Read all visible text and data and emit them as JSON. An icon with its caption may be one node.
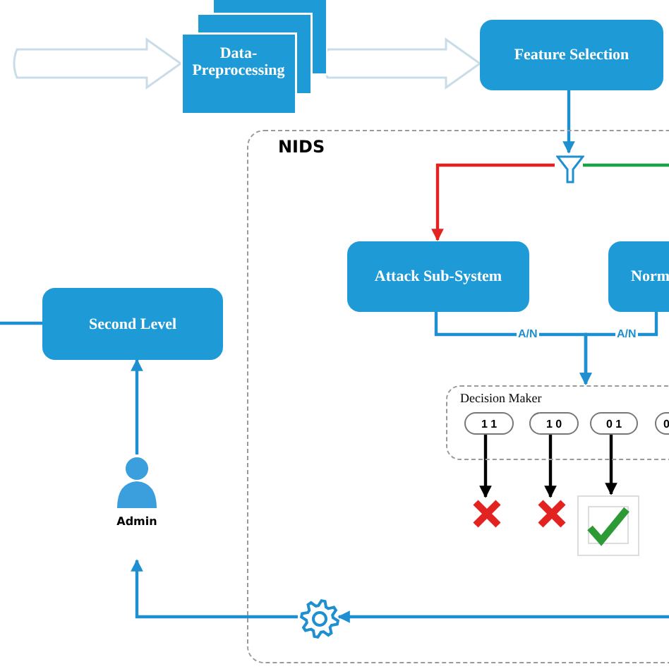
{
  "diagram": {
    "nodes": [
      {
        "text": [
          "Data- Preprocessing"
        ]
      },
      {
        "text": [
          "Feature Selection"
        ]
      },
      {
        "text": [
          "NIDS"
        ]
      },
      {
        "text": [],
        "shape": "funnel",
        "in": 2
      },
      {
        "text": [
          "Attack Sub-System"
        ],
        "in": 2
      },
      {
        "text": [
          "Norm"
        ],
        "in": 2
      },
      {
        "text": [
          "Decision Maker"
        ],
        "in": 2
      },
      {
        "text": [
          "1 1"
        ],
        "in": 6
      },
      {
        "text": [
          "1 0"
        ],
        "in": 6
      },
      {
        "text": [
          "0 1"
        ],
        "in": 6
      },
      {
        "text": [
          "0"
        ],
        "in": 6
      },
      {
        "text": [],
        "shape": "cross",
        "in": 2
      },
      {
        "text": [],
        "shape": "cross",
        "in": 2
      },
      {
        "text": [],
        "shape": "check",
        "in": 2
      },
      {
        "text": [],
        "shape": "gear",
        "in": 2
      },
      {
        "text": [
          "Admin"
        ]
      },
      {
        "text": [
          "Second Level"
        ]
      }
    ],
    "edges": [
      {
        "from": null,
        "to": 0,
        "arrow": "to",
        "style": "thick",
        "color": "#c9dde9"
      },
      {
        "from": 0,
        "to": 1,
        "arrow": "to",
        "style": "thick",
        "color": "#c9dde9"
      },
      {
        "from": 1,
        "to": 3,
        "arrow": "to"
      },
      {
        "from": 3,
        "to": 4,
        "arrow": "to",
        "color": "#e32222"
      },
      {
        "from": 3,
        "to": null,
        "arrow": "none",
        "color": "#1aa34a"
      },
      {
        "from": 4,
        "to": 6,
        "arrow": "to",
        "label": "A/N"
      },
      {
        "from": 5,
        "to": 6,
        "arrow": "to",
        "label": "A/N"
      },
      {
        "from": 7,
        "to": 11,
        "arrow": "to",
        "color": "#000000"
      },
      {
        "from": 8,
        "to": 12,
        "arrow": "to",
        "color": "#000000"
      },
      {
        "from": 9,
        "to": 13,
        "arrow": "to",
        "color": "#000000"
      },
      {
        "from": null,
        "to": 14,
        "arrow": "to"
      },
      {
        "from": 14,
        "to": 15,
        "arrow": "to"
      },
      {
        "from": 15,
        "to": 16,
        "arrow": "to"
      },
      {
        "from": null,
        "to": 16,
        "arrow": "none"
      }
    ]
  }
}
